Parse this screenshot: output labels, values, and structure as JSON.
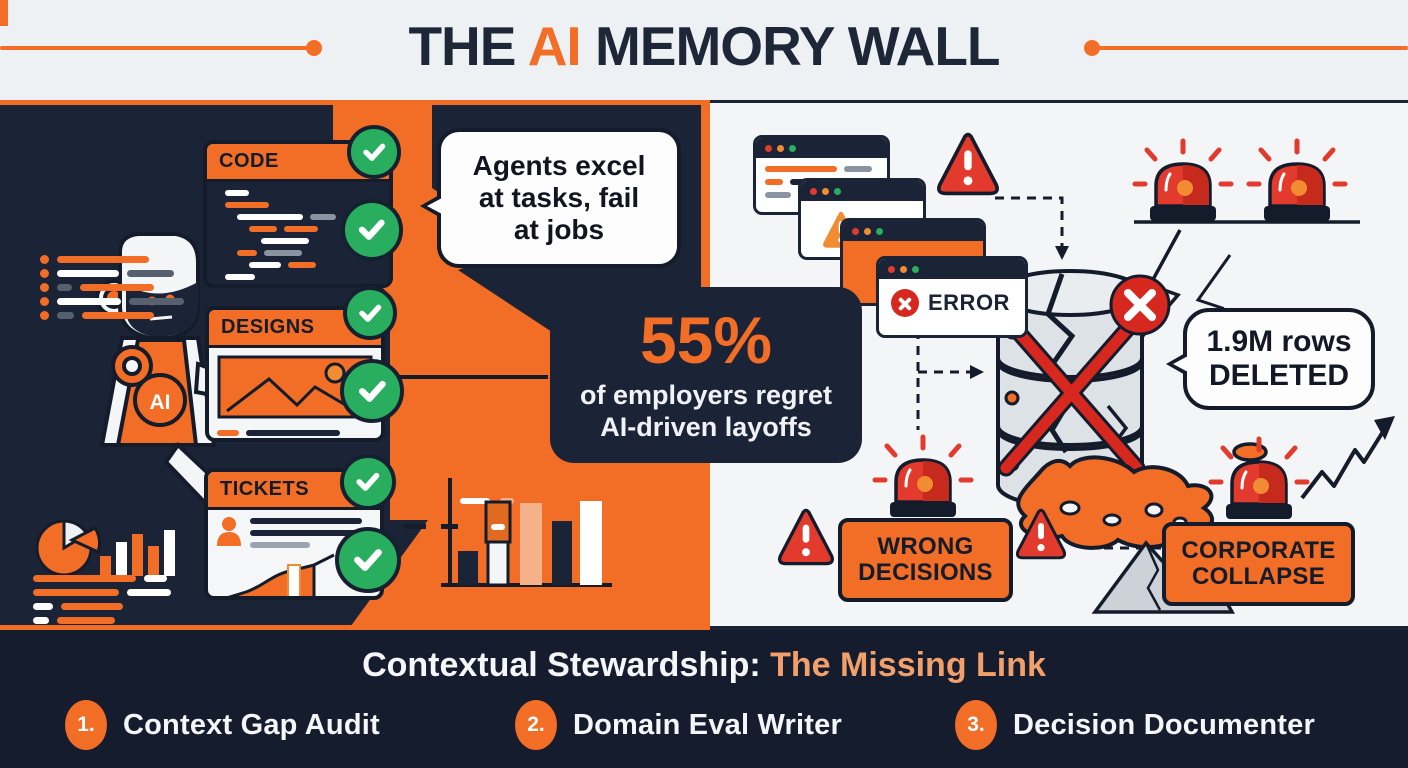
{
  "title": {
    "prefix": "THE ",
    "accent": "AI",
    "suffix": " MEMORY WALL"
  },
  "left_panel": {
    "cards": [
      {
        "label": "CODE"
      },
      {
        "label": "DESIGNS"
      },
      {
        "label": "TICKETS"
      }
    ],
    "speech_bubble": {
      "lines": [
        "Agents excel",
        "at tasks, fail",
        "at jobs"
      ]
    },
    "stat": {
      "value": "55%",
      "caption_line1": "of employers regret",
      "caption_line2": "AI-driven layoffs"
    },
    "robot_badge": "AI"
  },
  "right_panel": {
    "error_window_label": "ERROR",
    "deleted_bubble": {
      "line1": "1.9M rows",
      "line2": "DELETED"
    },
    "wrong_decisions_box": {
      "line1": "WRONG",
      "line2": "DECISIONS"
    },
    "corporate_collapse_box": {
      "line1": "CORPORATE",
      "line2": "COLLAPSE"
    }
  },
  "footer": {
    "heading": {
      "prefix": "Contextual Stewardship: ",
      "accent": "The Missing Link"
    },
    "items": [
      {
        "number": "1.",
        "label": "Context Gap Audit"
      },
      {
        "number": "2.",
        "label": "Domain Eval Writer"
      },
      {
        "number": "3.",
        "label": "Decision Documenter"
      }
    ]
  },
  "colors": {
    "navy": "#1b2336",
    "navy_dark": "#141c2d",
    "orange": "#f26d26",
    "peach": "#f2a06b",
    "green": "#28ae5e",
    "red": "#d7281f",
    "bg_light": "#eef1f4",
    "panel_light": "#f3f5f7"
  }
}
